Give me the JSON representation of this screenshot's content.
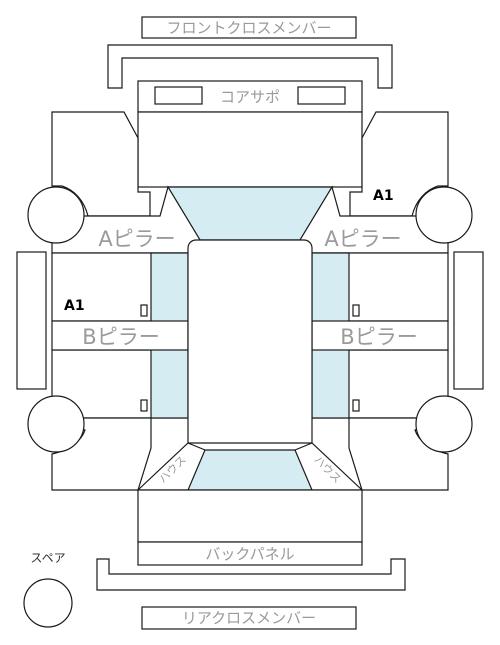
{
  "labels": {
    "front_cross_member": "フロントクロスメンバー",
    "core_support": "コアサポ",
    "a_pillar_left": "Aピラー",
    "a_pillar_right": "Aピラー",
    "b_pillar_left": "Bピラー",
    "b_pillar_right": "Bピラー",
    "tire_house_left": "ハウス",
    "tire_house_right": "ハウス",
    "back_panel": "バックパネル",
    "rear_cross_member": "リアクロスメンバー",
    "spare": "スペア"
  },
  "marks": {
    "right_front_fender": "A1",
    "left_front_door": "A1"
  },
  "colors": {
    "line": "#1a1a1a",
    "label": "#9a9a9a",
    "glass": "#d6ecf3",
    "mark": "#000000"
  }
}
